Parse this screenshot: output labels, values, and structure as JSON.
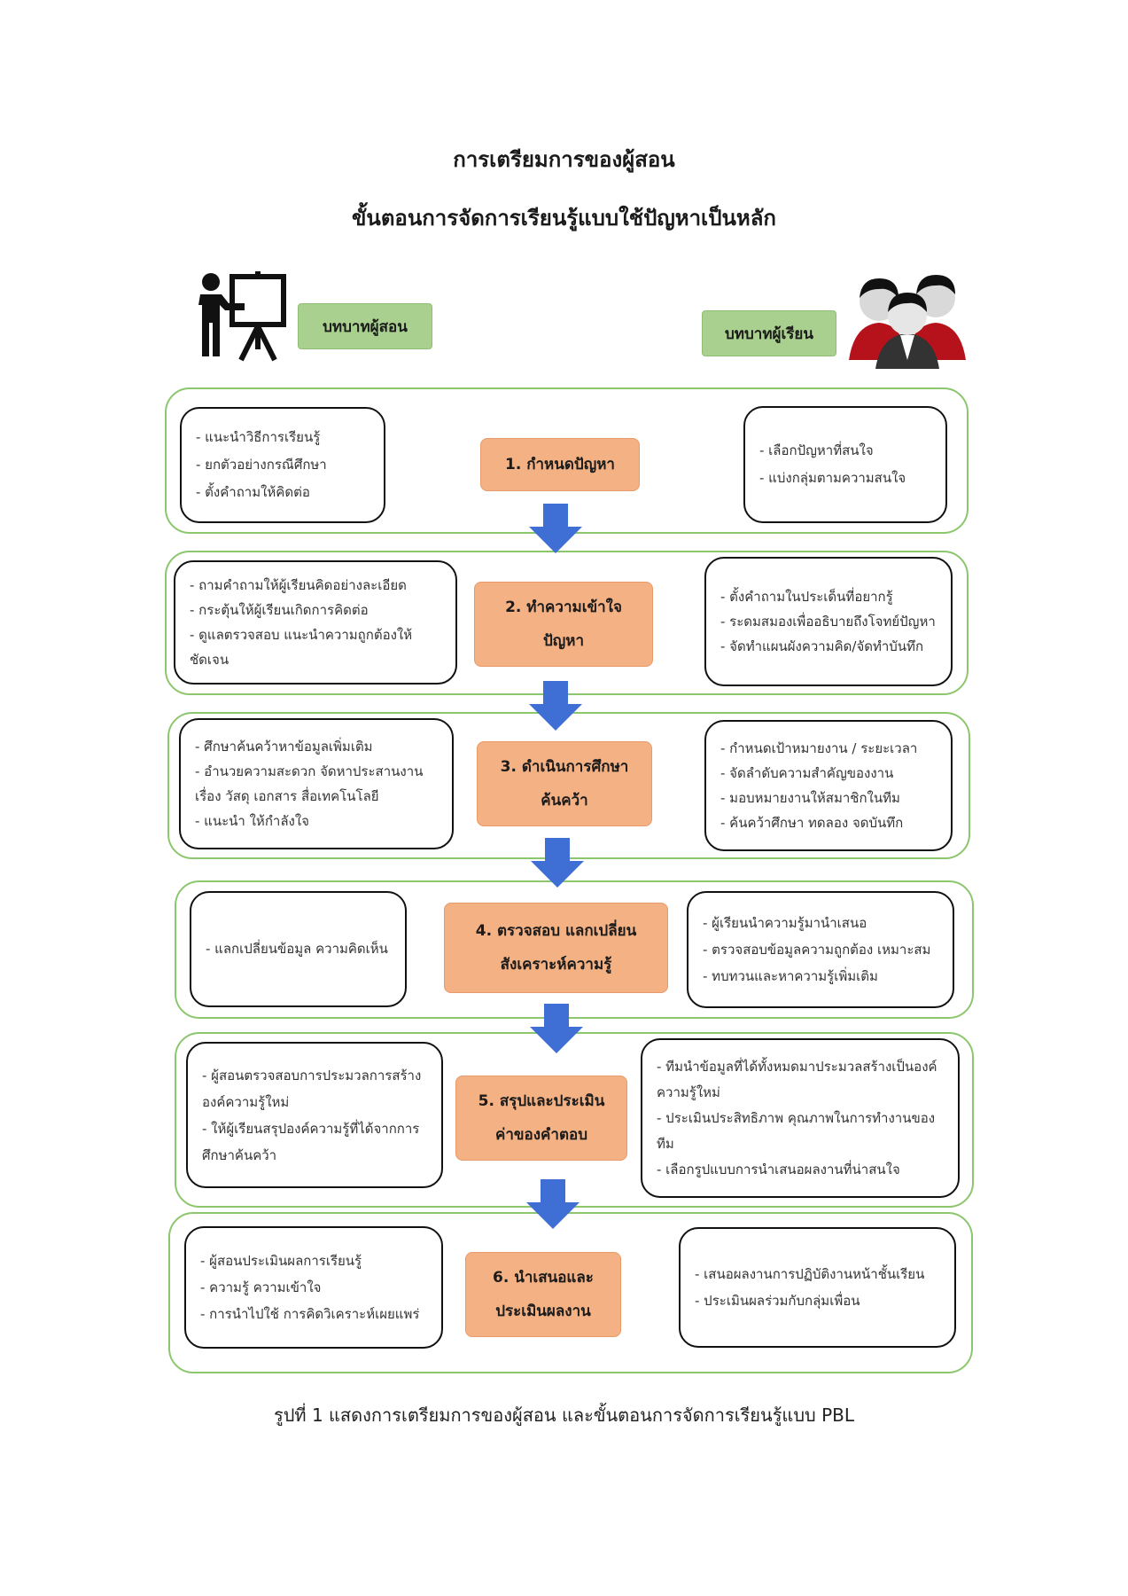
{
  "title": "การเตรียมการของผู้สอน",
  "subtitle": "ขั้นตอนการจัดการเรียนรู้แบบใช้ปัญหาเป็นหลัก",
  "teacher_role": "บทบาทผู้สอน",
  "student_role": "บทบาทผู้เรียน",
  "colors": {
    "row_border": "#8cc66d",
    "step_fill": "#f4b183",
    "role_fill": "#a9d08e",
    "arrow": "#3f6fd4"
  },
  "steps": [
    {
      "label": "1. กำหนดปัญหา",
      "teacher": [
        "- แนะนำวิธีการเรียนรู้",
        "- ยกตัวอย่างกรณีศึกษา",
        "- ตั้งคำถามให้คิดต่อ"
      ],
      "student": [
        "- เลือกปัญหาที่สนใจ",
        "- แบ่งกลุ่มตามความสนใจ"
      ]
    },
    {
      "label": "2. ทำความเข้าใจ\nปัญหา",
      "teacher": [
        "- ถามคำถามให้ผู้เรียนคิดอย่างละเอียด",
        "- กระตุ้นให้ผู้เรียนเกิดการคิดต่อ",
        "- ดูแลตรวจสอบ แนะนำความถูกต้องให้ชัดเจน"
      ],
      "student": [
        "- ตั้งคำถามในประเด็นที่อยากรู้",
        "- ระดมสมองเพื่ออธิบายถึงโจทย์ปัญหา",
        "- จัดทำแผนผังความคิด/จัดทำบันทึก"
      ]
    },
    {
      "label": "3. ดำเนินการศึกษา\nค้นคว้า",
      "teacher": [
        "- ศึกษาค้นคว้าหาข้อมูลเพิ่มเติม",
        "- อำนวยความสะดวก จัดหาประสานงานเรื่อง วัสดุ เอกสาร สื่อเทคโนโลยี",
        "- แนะนำ ให้กำลังใจ"
      ],
      "student": [
        "- กำหนดเป้าหมายงาน / ระยะเวลา",
        "- จัดลำดับความสำคัญของงาน",
        "- มอบหมายงานให้สมาชิกในทีม",
        "- ค้นคว้าศึกษา ทดลอง จดบันทึก"
      ]
    },
    {
      "label": "4. ตรวจสอบ แลกเปลี่ยน\nสังเคราะห์ความรู้",
      "teacher": [
        "- แลกเปลี่ยนข้อมูล ความคิดเห็น"
      ],
      "student": [
        "- ผู้เรียนนำความรู้มานำเสนอ",
        "- ตรวจสอบข้อมูลความถูกต้อง เหมาะสม",
        "- ทบทวนและหาความรู้เพิ่มเติม"
      ]
    },
    {
      "label": "5. สรุปและประเมิน\nค่าของคำตอบ",
      "teacher": [
        "- ผู้สอนตรวจสอบการประมวลการสร้างองค์ความรู้ใหม่",
        "- ให้ผู้เรียนสรุปองค์ความรู้ที่ได้จากการศึกษาค้นคว้า"
      ],
      "student": [
        "- ทีมนำข้อมูลที่ได้ทั้งหมดมาประมวลสร้างเป็นองค์ความรู้ใหม่",
        "- ประเมินประสิทธิภาพ คุณภาพในการทำงานของทีม",
        "- เลือกรูปแบบการนำเสนอผลงานที่น่าสนใจ"
      ]
    },
    {
      "label": "6. นำเสนอและ\nประเมินผลงาน",
      "teacher": [
        "- ผู้สอนประเมินผลการเรียนรู้",
        "- ความรู้ ความเข้าใจ",
        "- การนำไปใช้ การคิดวิเคราะห์เผยแพร่"
      ],
      "student": [
        "- เสนอผลงานการปฏิบัติงานหน้าชั้นเรียน",
        "- ประเมินผลร่วมกับกลุ่มเพื่อน"
      ]
    }
  ],
  "caption": "รูปที่ 1 แสดงการเตรียมการของผู้สอน และขั้นตอนการจัดการเรียนรู้แบบ PBL"
}
